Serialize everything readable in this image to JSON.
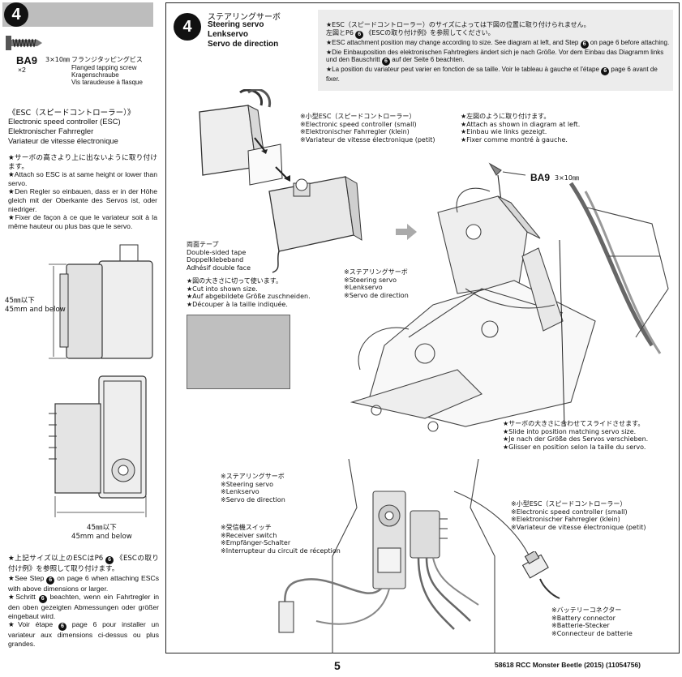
{
  "left_column": {
    "step_number": "4",
    "screw": {
      "code": "BA9",
      "qty": "×2",
      "size": "3×10㎜",
      "name_jp": "フランジタッピングビス",
      "name_en": "Flanged tapping screw",
      "name_de": "Kragenschraube",
      "name_fr": "Vis taraudeuse à flasque"
    },
    "esc_title_jp": "《ESC（スピードコントローラー）》",
    "esc_title_en": "Electronic speed controller (ESC)",
    "esc_title_de": "Elektronischer Fahrregler",
    "esc_title_fr": "Variateur de vitesse électronique",
    "esc_notes": "★サーボの高さより上に出ないように取り付けます。\n★Attach so ESC is at same height or lower than servo.\n★Den Regler so einbauen, dass er in der Höhe gleich mit der Oberkante des Servos ist, oder niedriger.\n★Fixer de façon à ce que le variateur soit à la même hauteur ou plus bas que le servo.",
    "height_dim": "45㎜以下\n45mm and below",
    "width_dim": "45㎜以下\n45mm and below",
    "bottom_notes_1": "★上記サイズ以上のESCはP6",
    "bottom_notes_1b": "《ESCの取り付け例》を参照して取り付けます。",
    "bottom_notes_2": "★See Step",
    "bottom_notes_2b": "on page 6 when attaching ESCs with above dimensions or larger.",
    "bottom_notes_3": "★Schritt",
    "bottom_notes_3b": "beachten, wenn ein Fahrtregler in den oben gezeigten Abmessungen oder größer eingebaut wird.",
    "bottom_notes_4": "★Voir étape",
    "bottom_notes_4b": "page 6 pour installer un variateur aux dimensions ci-dessus ou plus grandes.",
    "step_ref": "6"
  },
  "main": {
    "step_number": "4",
    "title_jp": "ステアリングサーボ",
    "title_en": "Steering servo",
    "title_de": "Lenkservo",
    "title_fr": "Servo de direction",
    "notebox": {
      "line1": "★ESC（スピードコントローラー）のサイズによっては下図の位置に取り付けられません。",
      "line2": "左図とP6",
      "line2b": "《ESCの取り付け例》を参照してください。",
      "line3": "★ESC attachment position may change according to size. See diagram at left, and Step",
      "line3b": "on page 6 before attaching.",
      "line4": "★Die Einbauposition des elektronischen Fahrtreglers ändert sich je nach Größe. Vor dem Einbau das Diagramm links und den Bauschritt",
      "line4b": "auf der Seite 6 beachten.",
      "line5": "★La position du variateur peut varier en fonction de sa taille. Voir le tableau à gauche et l'étape",
      "line5b": "page 6 avant de fixer.",
      "ref": "6"
    },
    "esc_small_label": "※小型ESC（スピードコントローラー）\n※Electronic speed controller (small)\n※Elektronischer Fahrregler (klein)\n※Variateur de vitesse électronique (petit)",
    "attach_label": "★左図のように取り付けます。\n★Attach as shown in diagram at left.\n★Einbau wie links gezeigt.\n★Fixer comme montré à gauche.",
    "screw_callout": "BA9",
    "screw_callout_size": "3×10㎜",
    "tape_label": "両面テープ\nDouble-sided tape\nDoppelklebeband\nAdhésif double face",
    "cut_label": "★図の大きさに切って使います。\n★Cut into shown size.\n★Auf abgebildete Größe zuschneiden.\n★Découper à la taille indiquée.",
    "servo_label": "※ステアリングサーボ\n※Steering servo\n※Lenkservo\n※Servo de direction",
    "slide_label": "★サーボの大きさに合わせてスライドさせます。\n★Slide into position matching servo size.\n★Je nach der Größe des Servos verschieben.\n★Glisser en position selon la taille du servo.",
    "lower_servo_label": "※ステアリングサーボ\n※Steering servo\n※Lenkservo\n※Servo de direction",
    "lower_esc_label": "※小型ESC（スピードコントローラー）\n※Electronic speed controller (small)\n※Elektronischer Fahrregler (klein)\n※Variateur de vitesse électronique (petit)",
    "switch_label": "※受信機スイッチ\n※Receiver switch\n※Empfänger-Schalter\n※Interrupteur du circuit de réception",
    "battery_label": "※バッテリーコネクター\n※Battery connector\n※Batterie-Stecker\n※Connecteur de batterie"
  },
  "footer": {
    "page_number": "5",
    "product": "58618 RCC Monster Beetle (2015) (11054756)"
  }
}
